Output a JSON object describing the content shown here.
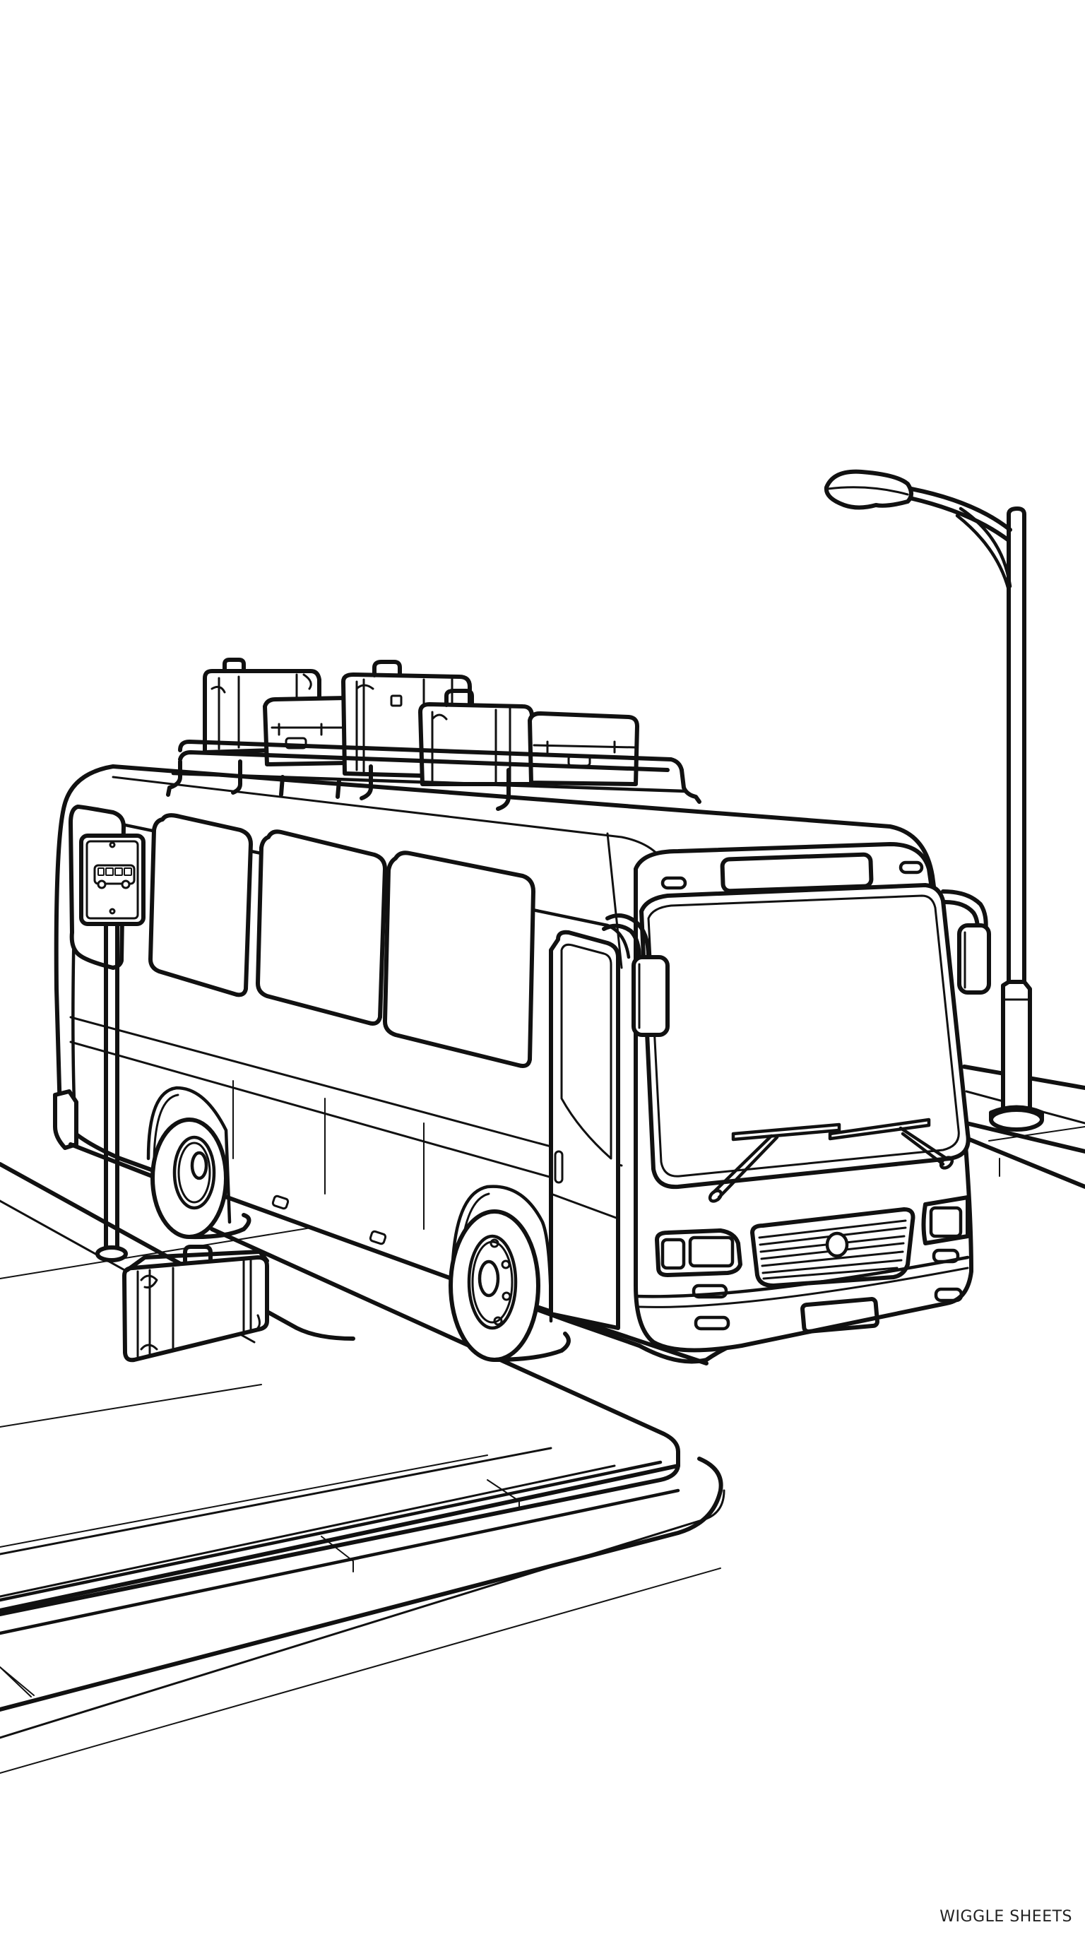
{
  "page": {
    "type": "coloring-page",
    "style": "black line art on white background",
    "colors": {
      "background": "#ffffff",
      "line": "#111111",
      "watermark": "#222222"
    }
  },
  "scene": {
    "subject": "coach bus parked at a bus stop",
    "elements": [
      {
        "id": "bus",
        "label": "Coach bus",
        "details": [
          "three side windows",
          "front door",
          "blank destination sign",
          "two side mirrors",
          "two windshield wipers",
          "front grille with round emblem",
          "headlights",
          "blank license plate",
          "two visible wheels"
        ]
      },
      {
        "id": "roof-rack",
        "label": "Roof luggage rack",
        "suitcase_count": 5
      },
      {
        "id": "bus-stop-sign",
        "label": "Bus stop sign",
        "pictogram": "bus-icon"
      },
      {
        "id": "ground-suitcase",
        "label": "Suitcase on sidewalk"
      },
      {
        "id": "street-lamp",
        "label": "Street lamp"
      },
      {
        "id": "sidewalk",
        "label": "Sidewalk with curb"
      }
    ]
  },
  "watermark": {
    "text": "WIGGLE SHEETS"
  }
}
